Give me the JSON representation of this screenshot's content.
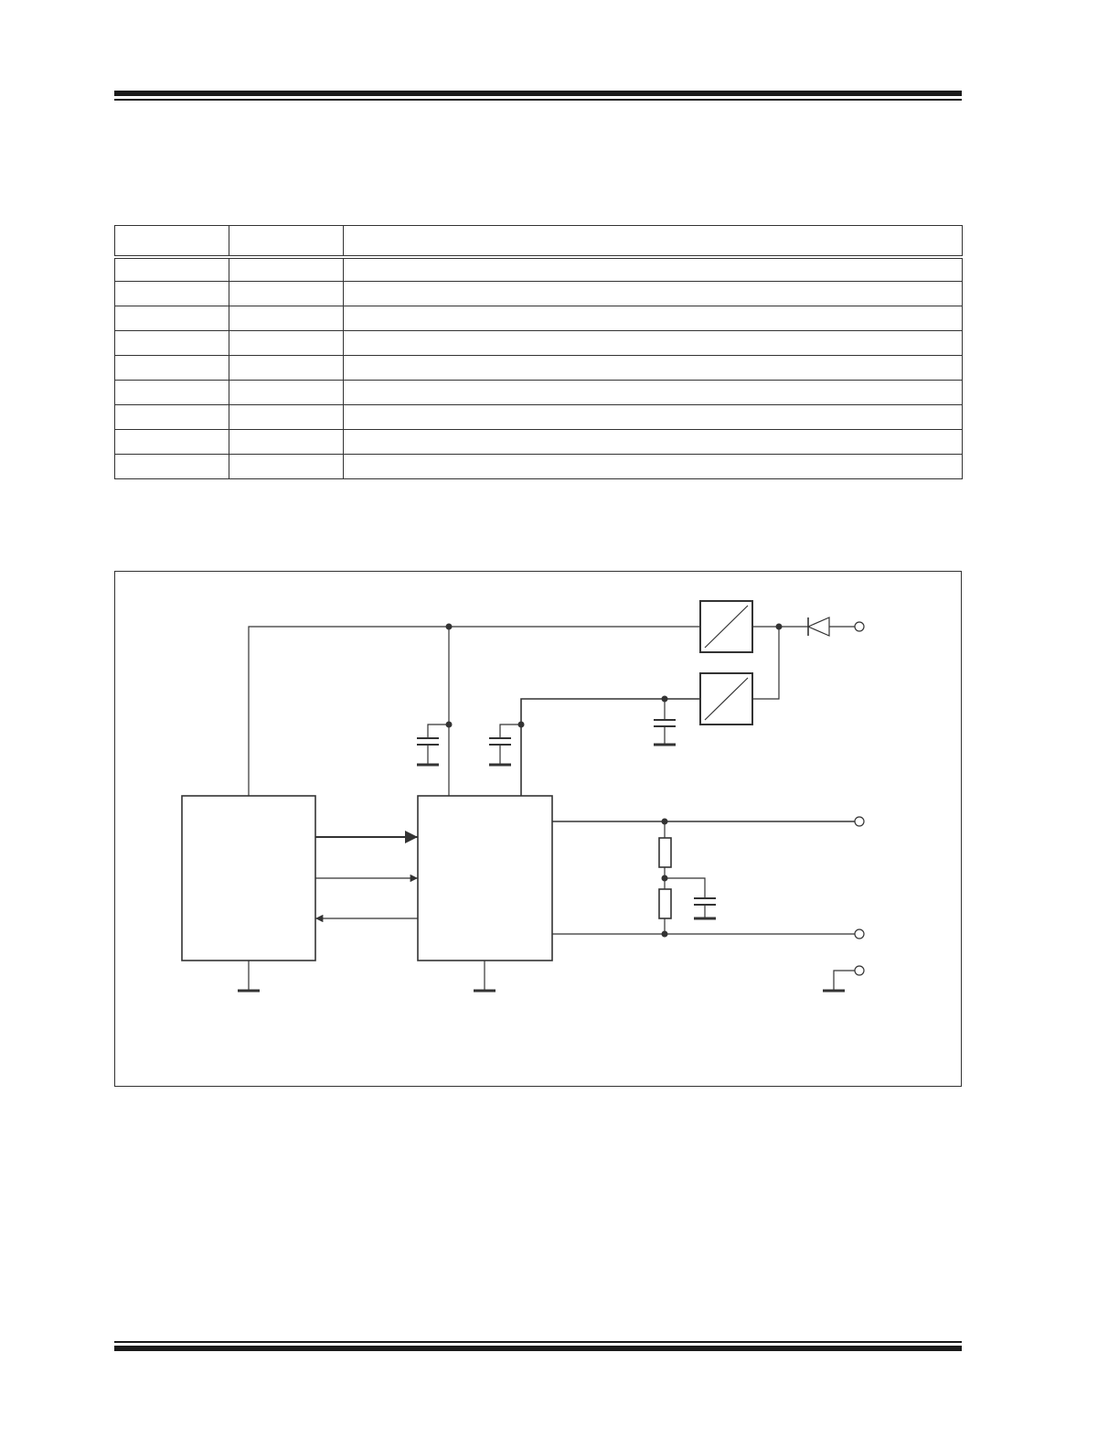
{
  "header": {},
  "pin_table": {
    "columns": [
      "",
      "",
      ""
    ],
    "rows": [
      [
        "",
        "",
        ""
      ],
      [
        "",
        "",
        ""
      ],
      [
        "",
        "",
        ""
      ],
      [
        "",
        "",
        ""
      ],
      [
        "",
        "",
        ""
      ],
      [
        "",
        "",
        ""
      ],
      [
        "",
        "",
        ""
      ],
      [
        "",
        "",
        ""
      ],
      [
        "",
        "",
        ""
      ]
    ]
  },
  "figure": {
    "components": [
      "processor-block",
      "interface-ic-block",
      "regulator-1",
      "regulator-2",
      "diode",
      "capacitor",
      "resistor",
      "ground",
      "terminal"
    ]
  },
  "colors": {
    "ink": "#333333",
    "rule": "#1a1a1a"
  }
}
